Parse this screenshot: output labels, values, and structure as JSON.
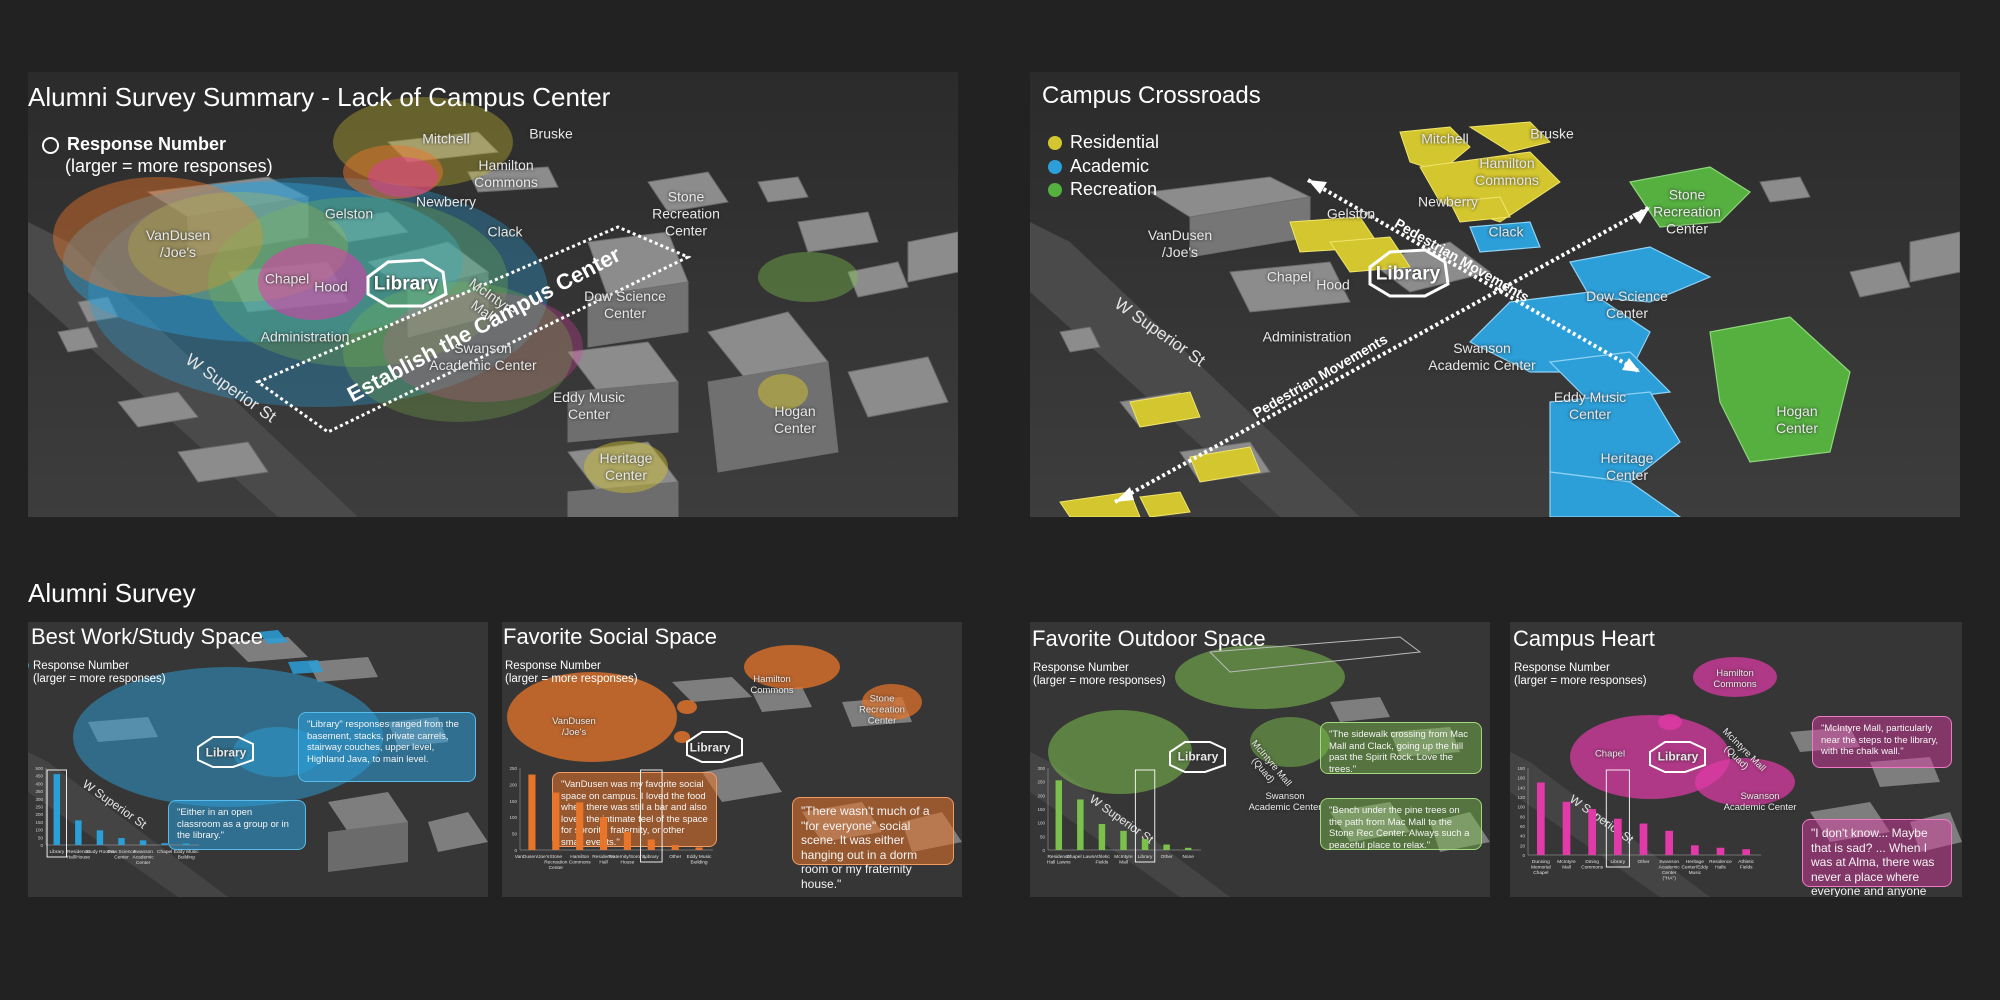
{
  "colors": {
    "residential": "#d4c62e",
    "academic": "#2c9fd9",
    "recreation": "#55b040",
    "blue": "#2b9fd8",
    "orange": "#e8752a",
    "green": "#7cc04c",
    "magenta": "#e23aa8"
  },
  "summary": {
    "title": "Alumni Survey Summary - Lack of Campus Center",
    "legend_title": "Response Number",
    "legend_sub": "(larger = more responses)",
    "banner": "Establish the Campus Center",
    "street": "W Superior St",
    "library": "Library",
    "labels": {
      "mitchell": "Mitchell",
      "bruske": "Bruske",
      "hamilton": "Hamilton\nCommons",
      "stone": "Stone\nRecreation\nCenter",
      "gelston": "Gelston",
      "newberry": "Newberry",
      "clack": "Clack",
      "vandusen": "VanDusen\n/Joe's",
      "chapel": "Chapel",
      "hood": "Hood",
      "mcintyre": "McIntyre\nMall",
      "dow": "Dow Science\nCenter",
      "administration": "Administration",
      "swanson": "Swanson\nAcademic Center",
      "eddy": "Eddy Music\nCenter",
      "hogan": "Hogan\nCenter",
      "heritage": "Heritage\nCenter"
    }
  },
  "crossroads": {
    "title": "Campus Crossroads",
    "legend": [
      "Residential",
      "Academic",
      "Recreation"
    ],
    "movement_label": "Pedestrian Movements",
    "street": "W Superior St",
    "library": "Library",
    "labels": {
      "mitchell": "Mitchell",
      "bruske": "Bruske",
      "hamilton": "Hamilton\nCommons",
      "stone": "Stone\nRecreation\nCenter",
      "gelston": "Gelston",
      "newberry": "Newberry",
      "clack": "Clack",
      "vandusen": "VanDusen\n/Joe's",
      "chapel": "Chapel",
      "hood": "Hood",
      "dow": "Dow Science\nCenter",
      "administration": "Administration",
      "swanson": "Swanson\nAcademic Center",
      "eddy": "Eddy Music\nCenter",
      "hogan": "Hogan\nCenter",
      "heritage": "Heritage\nCenter"
    }
  },
  "survey": {
    "title": "Alumni Survey",
    "legend_title": "Response Number",
    "legend_sub": "(larger = more responses)",
    "library": "Library",
    "street": "W Superior St"
  },
  "work": {
    "title": "Best Work/Study Space",
    "quote1": "\"Library\" responses ranged from the basement, stacks, private carrels, stairway couches, upper level, Highland Java, to main level.",
    "quote2": "\"Either in an open classroom as a group or in the library.\""
  },
  "social": {
    "title": "Favorite Social Space",
    "quote1": "\"VanDusen was my favorite social space on campus. I loved the food when there was still a bar and also loved the intimate feel of the space for sorority, fraternity, or other small events.\"",
    "quote2": "\"There wasn't much of a \"for everyone\" social scene. It was either hanging out in a dorm room or my fraternity house.\"",
    "labels": {
      "vandusen": "VanDusen\n/Joe's",
      "hamilton": "Hamilton\nCommons",
      "stone": "Stone\nRecreation\nCenter"
    }
  },
  "outdoor": {
    "title": "Favorite Outdoor Space",
    "quote1": "\"The sidewalk crossing from Mac Mall and Clack, going up the hill past the Spirit Rock. Love the trees.\"",
    "quote2": "\"Bench under the pine trees on the path from Mac Mall to the Stone Rec Center. Always such a peaceful place to relax.\"",
    "labels": {
      "mcintyre": "McIntyre Mall\n(Quad)",
      "swanson": "Swanson\nAcademic Center"
    }
  },
  "heart": {
    "title": "Campus Heart",
    "quote1": "\"McIntyre Mall, particularly near the steps to the library, with the chalk wall.\"",
    "quote2": "\"I don't know... Maybe that is sad? ... When I was at Alma, there was never a place where everyone and anyone gathered.\"",
    "labels": {
      "hamilton": "Hamilton\nCommons",
      "chapel": "Chapel",
      "mcintyre": "McIntyre Mall\n(Quad)",
      "swanson": "Swanson\nAcademic Center"
    }
  },
  "chart_data": [
    {
      "type": "bar",
      "title": "Best Work/Study Space",
      "categories": [
        "Library",
        "Residence Hall/House",
        "Study Rooms",
        "Dow Science Center",
        "Swanson Academic Center",
        "Chapel",
        "Eddy Music Building"
      ],
      "values": [
        460,
        160,
        95,
        45,
        30,
        12,
        10
      ],
      "ylim": [
        0,
        500
      ],
      "yticks": [
        0,
        50,
        100,
        150,
        200,
        250,
        300,
        350,
        400,
        450,
        500
      ],
      "highlight": "Library"
    },
    {
      "type": "bar",
      "title": "Favorite Social Space",
      "categories": [
        "VanDusen/Joe's",
        "Stone Recreation Center",
        "Hamilton Commons",
        "Residence Hall",
        "Fraternity/Sorority House",
        "Library",
        "Other",
        "Eddy Music Building"
      ],
      "values": [
        230,
        175,
        145,
        100,
        55,
        32,
        15,
        8
      ],
      "ylim": [
        0,
        250
      ],
      "yticks": [
        0,
        50,
        100,
        150,
        200,
        250
      ],
      "highlight": "Library"
    },
    {
      "type": "bar",
      "title": "Favorite Outdoor Space",
      "categories": [
        "Residence Hall Lawns",
        "Chapel Lawn",
        "Athletic Fields",
        "McIntyre Mall",
        "Library",
        "Other",
        "None"
      ],
      "values": [
        255,
        185,
        95,
        70,
        40,
        20,
        8
      ],
      "ylim": [
        0,
        300
      ],
      "yticks": [
        0,
        50,
        100,
        150,
        200,
        250,
        300
      ],
      "highlight": "Library"
    },
    {
      "type": "bar",
      "title": "Campus Heart",
      "categories": [
        "Dunning Memorial Chapel",
        "McIntyre Mall",
        "Dining Commons",
        "Library",
        "Other",
        "Swanson Academic Center (\"HA\")",
        "Heritage Center/Eddy Music",
        "Residence Halls",
        "Athletic Fields"
      ],
      "values": [
        150,
        110,
        95,
        75,
        65,
        50,
        20,
        15,
        12
      ],
      "ylim": [
        0,
        180
      ],
      "yticks": [
        0,
        20,
        40,
        60,
        80,
        100,
        120,
        140,
        160,
        180
      ],
      "highlight": "Library"
    }
  ]
}
